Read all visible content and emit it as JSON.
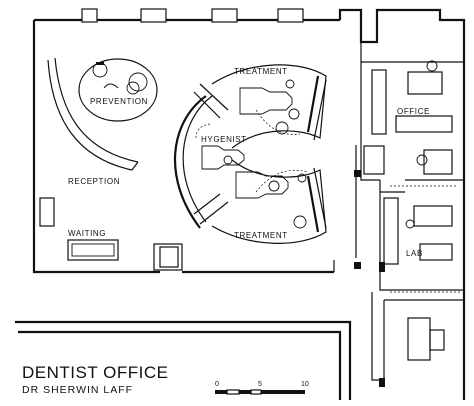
{
  "plan": {
    "title": "DENTIST OFFICE",
    "subtitle": "DR SHERWIN LAFF",
    "rooms": {
      "prevention": "PREVENTION",
      "treatment_top": "TREATMENT",
      "hygenist": "HYGENIST",
      "treatment_bottom": "TREATMENT",
      "office": "OFFICE",
      "reception": "RECEPTION",
      "waiting": "WAITING",
      "lab": "LAB"
    },
    "scale": {
      "tick_0": "0",
      "tick_5": "5",
      "tick_10": "10"
    }
  }
}
